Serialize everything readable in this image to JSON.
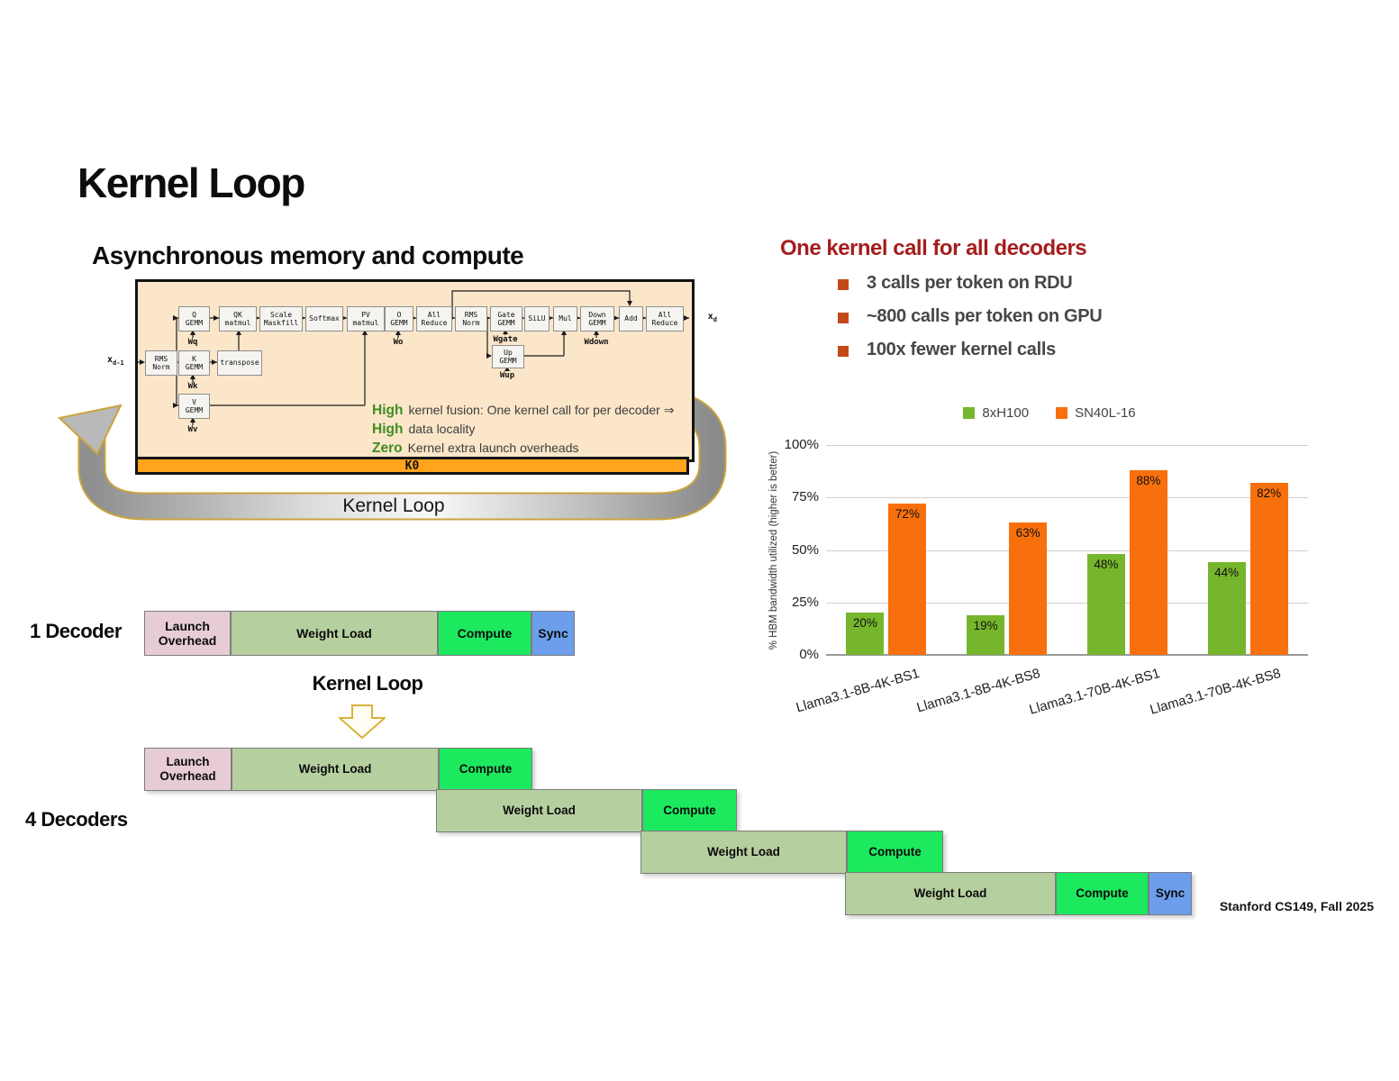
{
  "slide": {
    "title": "Kernel Loop",
    "subtitle": "Asynchronous memory and compute",
    "footer": "Stanford CS149, Fall 2025"
  },
  "decoder_diagram": {
    "input": {
      "base": "x",
      "sub": "d-1"
    },
    "output": {
      "base": "x",
      "sub": "d"
    },
    "nodes": {
      "rms_norm_1": "RMS\nNorm",
      "q_gemm": "Q\nGEMM",
      "k_gemm": "K\nGEMM",
      "v_gemm": "V\nGEMM",
      "transpose": "transpose",
      "qk_matmul": "QK\nmatmul",
      "scale_maskfill": "Scale\nMaskfill",
      "softmax": "Softmax",
      "pv_matmul": "PV\nmatmul",
      "o_gemm": "O\nGEMM",
      "all_reduce_1": "All\nReduce",
      "rms_norm_2": "RMS\nNorm",
      "gate_gemm": "Gate\nGEMM",
      "silu": "SiLU",
      "mul": "Mul",
      "down_gemm": "Down\nGEMM",
      "add": "Add",
      "all_reduce_2": "All\nReduce",
      "up_gemm": "Up\nGEMM"
    },
    "weights": {
      "wq": "Wq",
      "wk": "Wk",
      "wv": "Wv",
      "wo": "Wo",
      "wgate": "Wgate",
      "wup": "Wup",
      "wdown": "Wdown"
    },
    "notes": [
      {
        "highlight": "High",
        "text": "kernel fusion: One kernel call for per decoder ⇒"
      },
      {
        "highlight": "High",
        "text": "data locality"
      },
      {
        "highlight": "Zero",
        "text": "Kernel extra launch overheads"
      }
    ],
    "kernel_bar_label": "K0",
    "loop_label": "Kernel Loop"
  },
  "callout": {
    "title": "One kernel call for all decoders",
    "bullets": [
      "3 calls per token on RDU",
      "~800 calls per token on GPU",
      "100x fewer kernel calls"
    ]
  },
  "chart_data": {
    "type": "bar",
    "title": "",
    "categories": [
      "Llama3.1-8B-4K-BS1",
      "Llama3.1-8B-4K-BS8",
      "Llama3.1-70B-4K-BS1",
      "Llama3.1-70B-4K-BS8"
    ],
    "series": [
      {
        "name": "8xH100",
        "color": "#76b62c",
        "values": [
          20,
          19,
          48,
          44
        ]
      },
      {
        "name": "SN40L-16",
        "color": "#f8700d",
        "values": [
          72,
          63,
          88,
          82
        ]
      }
    ],
    "xlabel": "",
    "ylabel": "% HBM bandwidth utilized (higher is better)",
    "yticks": [
      0,
      25,
      50,
      75,
      100
    ],
    "ylim": [
      0,
      100
    ],
    "grid": true,
    "legend_position": "top",
    "value_label_suffix": "%"
  },
  "timeline": {
    "single_label": "1 Decoder",
    "multi_label": "4 Decoders",
    "loop_label": "Kernel Loop",
    "segments": {
      "launch": "Launch\nOverhead",
      "load": "Weight Load",
      "compute": "Compute",
      "sync": "Sync"
    },
    "colors": {
      "launch": "#e7ccd8",
      "load": "#b6cf9f",
      "compute": "#1de95f",
      "sync": "#6d9eeb"
    }
  }
}
